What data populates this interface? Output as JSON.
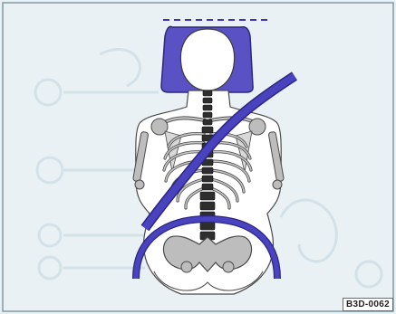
{
  "figure": {
    "code": "B3D-0062",
    "colors": {
      "background": "#e9f1f5",
      "frame": "#7f9aa6",
      "belt": "#3b35a6",
      "headrest": "#5a52c4",
      "bone": "#b9b9b9",
      "bone_outline": "#4a4a4a",
      "spine": "#2a2a2a",
      "body_outline": "#4a4a4a",
      "body_fill": "#ffffff",
      "faint_marks": "#d3e1e8"
    },
    "icons": [
      "headrest",
      "skeleton",
      "shoulder-belt",
      "lap-belt",
      "head-height-line"
    ]
  }
}
